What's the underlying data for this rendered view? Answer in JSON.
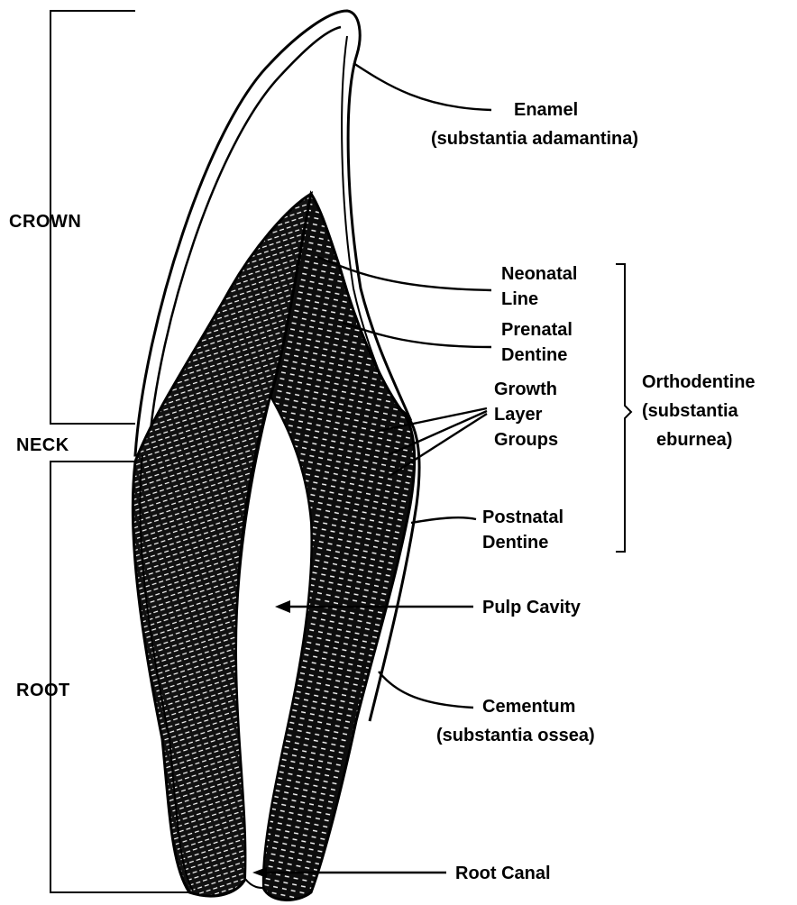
{
  "regions": {
    "crown": "CROWN",
    "neck": "NECK",
    "root": "ROOT"
  },
  "labels": {
    "enamel": [
      "Enamel",
      "(substantia adamantina)"
    ],
    "neonatal_line": [
      "Neonatal",
      "Line"
    ],
    "prenatal_dentine": [
      "Prenatal",
      "Dentine"
    ],
    "growth_layer_groups": [
      "Growth",
      "Layer",
      "Groups"
    ],
    "postnatal_dentine": [
      "Postnatal",
      "Dentine"
    ],
    "orthodentine": [
      "Orthodentine",
      "(substantia",
      "eburnea)"
    ],
    "pulp_cavity": "Pulp Cavity",
    "cementum": [
      "Cementum",
      "(substantia ossea)"
    ],
    "root_canal": "Root Canal"
  },
  "colors": {
    "ink": "#000000",
    "paper": "#ffffff"
  }
}
